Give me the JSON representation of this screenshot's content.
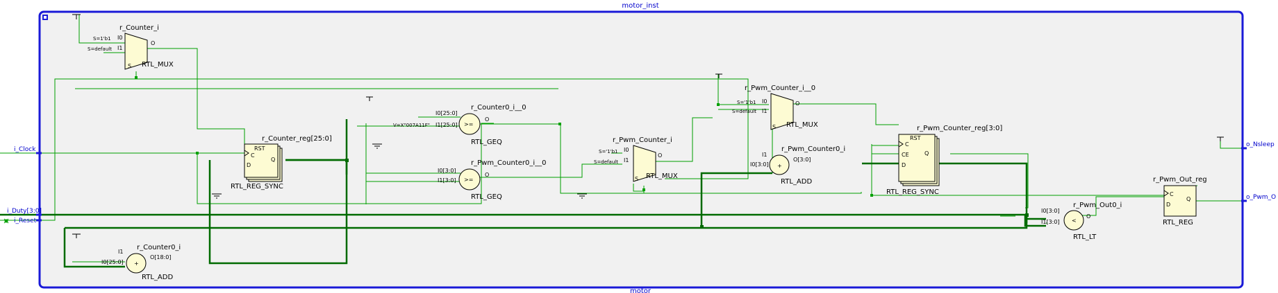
{
  "module": {
    "title": "motor_inst",
    "bottom_label": "motor"
  },
  "ports": {
    "clock": "i_Clock",
    "duty": "i_Duty[3:0]",
    "reset": "i_Reset",
    "nsleep": "o_Nsleep",
    "pwm_out": "o_Pwm_O"
  },
  "cells": {
    "r_counter_i": {
      "name": "r_Counter_i",
      "type": "RTL_MUX",
      "i0": "I0",
      "i1": "I1",
      "s": "S",
      "o": "O",
      "sel1": "S=1'b1",
      "seldef": "S=default"
    },
    "r_counter_reg": {
      "name": "r_Counter_reg[25:0]",
      "type": "RTL_REG_SYNC",
      "rst": "RST",
      "c": "C",
      "d": "D",
      "q": "Q"
    },
    "r_counter0_i_0": {
      "name": "r_Counter0_i__0",
      "type": "RTL_GEQ",
      "op": ">=",
      "a": "I0[25:0]",
      "b": "I1[25:0]",
      "o": "O",
      "const": "V=X\"007A11F\""
    },
    "r_pwm_counter0_i_0": {
      "name": "r_Pwm_Counter0_i__0",
      "type": "RTL_GEQ",
      "op": ">=",
      "a": "I0[3:0]",
      "b": "I1[3:0]",
      "o": "O"
    },
    "r_counter0_i": {
      "name": "r_Counter0_i",
      "type": "RTL_ADD",
      "op": "+",
      "a": "I1",
      "b": "I0[25:0]",
      "o": "O[18:0]"
    },
    "r_pwm_counter_i": {
      "name": "r_Pwm_Counter_i",
      "type": "RTL_MUX",
      "i0": "I0",
      "i1": "I1",
      "s": "S",
      "o": "O",
      "sel1": "S='1'b1",
      "seldef": "S=default"
    },
    "r_pwm_counter_i_0": {
      "name": "r_Pwm_Counter_i__0",
      "type": "RTL_MUX",
      "i0": "I0",
      "i1": "I1",
      "s": "S",
      "o": "O",
      "sel1": "S='1'b1",
      "seldef": "S=default"
    },
    "r_pwm_counter0_i": {
      "name": "r_Pwm_Counter0_i",
      "type": "RTL_ADD",
      "op": "+",
      "a": "I1",
      "b": "I0[3:0]",
      "o": "O[3:0]"
    },
    "r_pwm_counter_reg": {
      "name": "r_Pwm_Counter_reg[3:0]",
      "type": "RTL_REG_SYNC",
      "rst": "RST",
      "c": "C",
      "ce": "CE",
      "d": "D",
      "q": "Q"
    },
    "r_pwm_out0_i": {
      "name": "r_Pwm_Out0_i",
      "type": "RTL_LT",
      "op": "<",
      "a": "I0[3:0]",
      "b": "I1[3:0]",
      "o": "O"
    },
    "r_pwm_out_reg": {
      "name": "r_Pwm_Out_reg",
      "type": "RTL_REG",
      "c": "C",
      "d": "D",
      "q": "Q"
    }
  }
}
